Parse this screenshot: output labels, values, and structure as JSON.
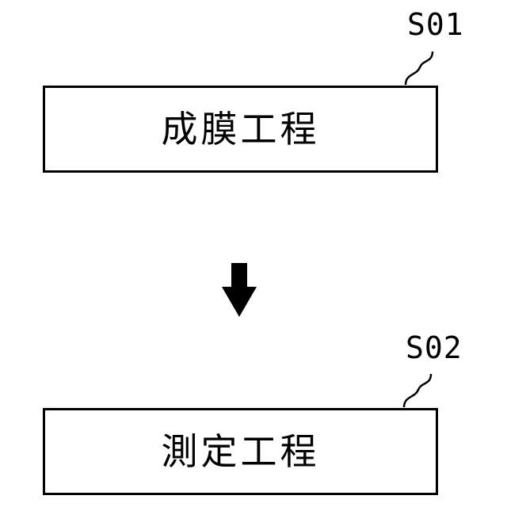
{
  "steps": [
    {
      "ref": "S01",
      "label": "成膜工程"
    },
    {
      "ref": "S02",
      "label": "測定工程"
    }
  ],
  "colors": {
    "stroke": "#000000",
    "background": "#ffffff"
  },
  "icons": {
    "flow": "arrow-down-icon"
  }
}
